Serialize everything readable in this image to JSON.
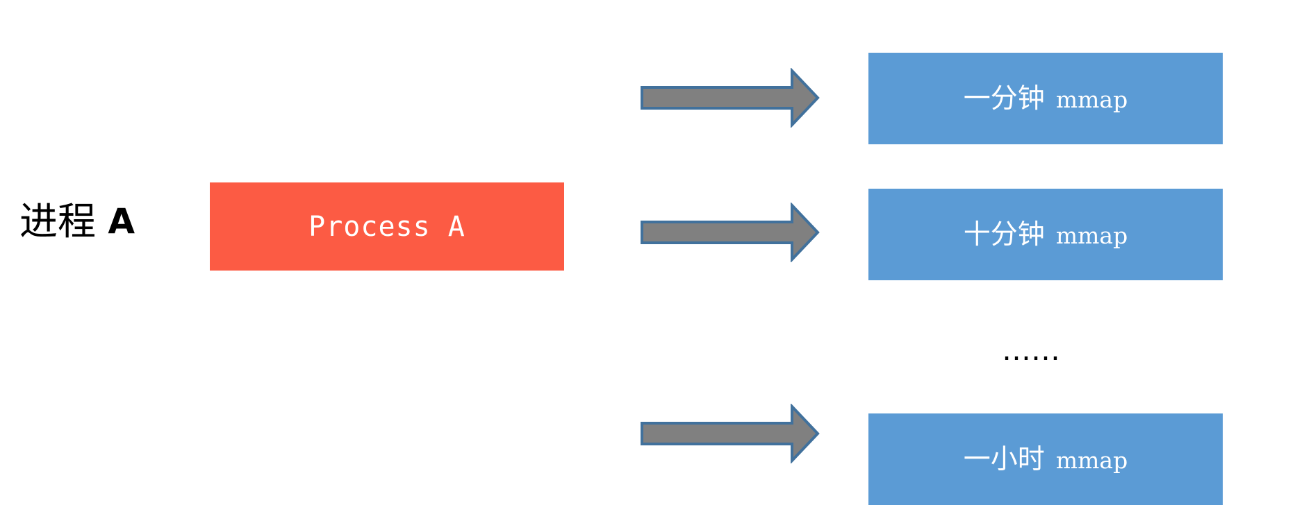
{
  "diagram": {
    "background_color": "#ffffff",
    "process_label": {
      "cjk": "进程",
      "latin": " A"
    },
    "process_box": {
      "label": "Process A",
      "color": "#fc5b44",
      "text_color": "#ffffff"
    },
    "arrow": {
      "name": "block-arrow-right",
      "fill_color": "#808080",
      "stroke_color": "#41719c"
    },
    "ellipsis": {
      "text": "……"
    },
    "mappings": [
      {
        "cjk": "一分钟",
        "word": "mmap",
        "color": "#5b9bd5"
      },
      {
        "cjk": "十分钟",
        "word": "mmap",
        "color": "#5b9bd5"
      },
      {
        "cjk": "一小时",
        "word": "mmap",
        "color": "#5b9bd5"
      }
    ]
  }
}
